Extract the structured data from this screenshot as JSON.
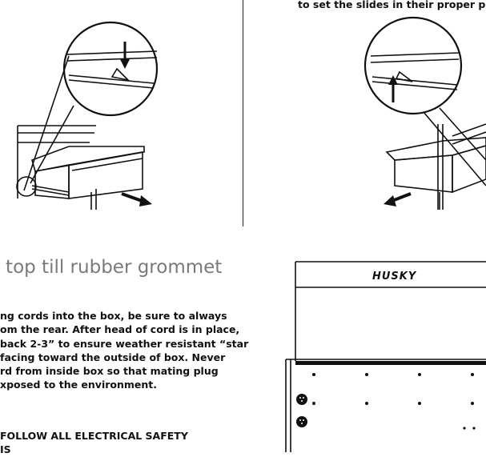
{
  "top_right_caption": "to set the slides in their proper po",
  "section_heading": "/ top till rubber grommet",
  "instructions": [
    "ng cords into the box, be sure to always",
    "om the rear. After head of cord is in place,",
    "back 2-3” to ensure weather resistant “star",
    "facing toward the outside of box. Never",
    "rd from inside box so that mating plug",
    "xposed to the environment."
  ],
  "warning": [
    "FOLLOW ALL ELECTRICAL SAFETY",
    "IS"
  ],
  "brand_logo_text": "HUSKY",
  "colors": {
    "heading": "#7a7a7a",
    "ink": "#111111"
  }
}
